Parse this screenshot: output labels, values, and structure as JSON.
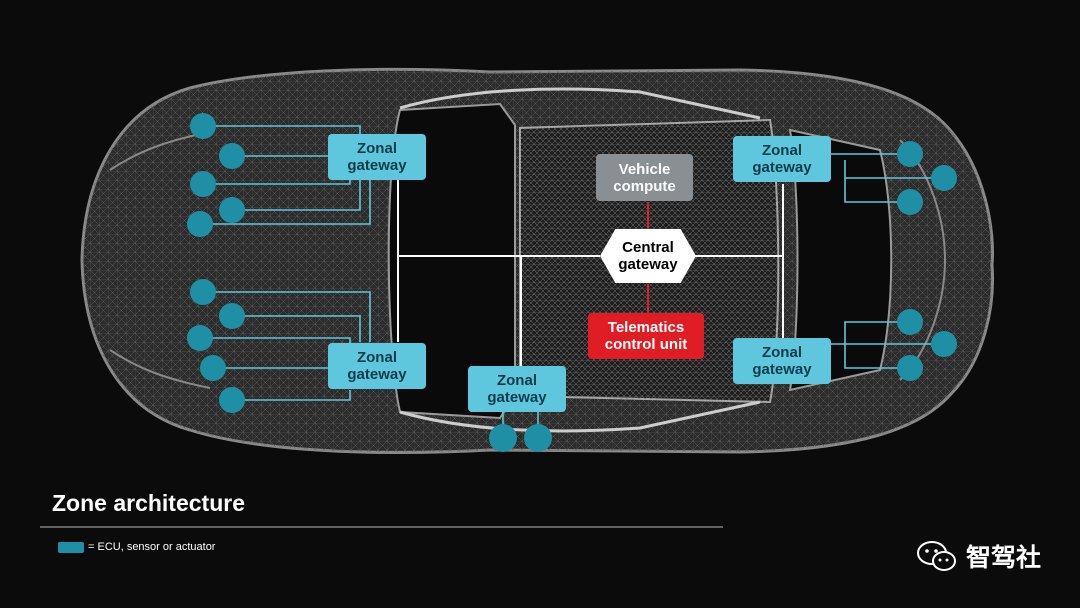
{
  "diagram": {
    "zonal_label": "Zonal\ngateway",
    "vehicle_compute": "Vehicle\ncompute",
    "central_gateway": "Central\ngateway",
    "telematics": "Telematics\ncontrol unit"
  },
  "footer": {
    "title": "Zone architecture",
    "legend_text": "= ECU, sensor or actuator"
  },
  "watermark": {
    "text": "智驾社",
    "icon": "wechat-icon"
  },
  "colors": {
    "background": "#0b0b0b",
    "car_wireframe": "#6b6b6b",
    "zonal_box": "#5ec7dd",
    "ecu_node": "#1f8fa5",
    "ecu_line": "#5ec7dd",
    "vehicle_compute": "#8a8f94",
    "telematics": "#e01d25",
    "central_gateway": "#ffffff",
    "backbone": "#ffffff",
    "telematics_link": "#e01d25"
  }
}
